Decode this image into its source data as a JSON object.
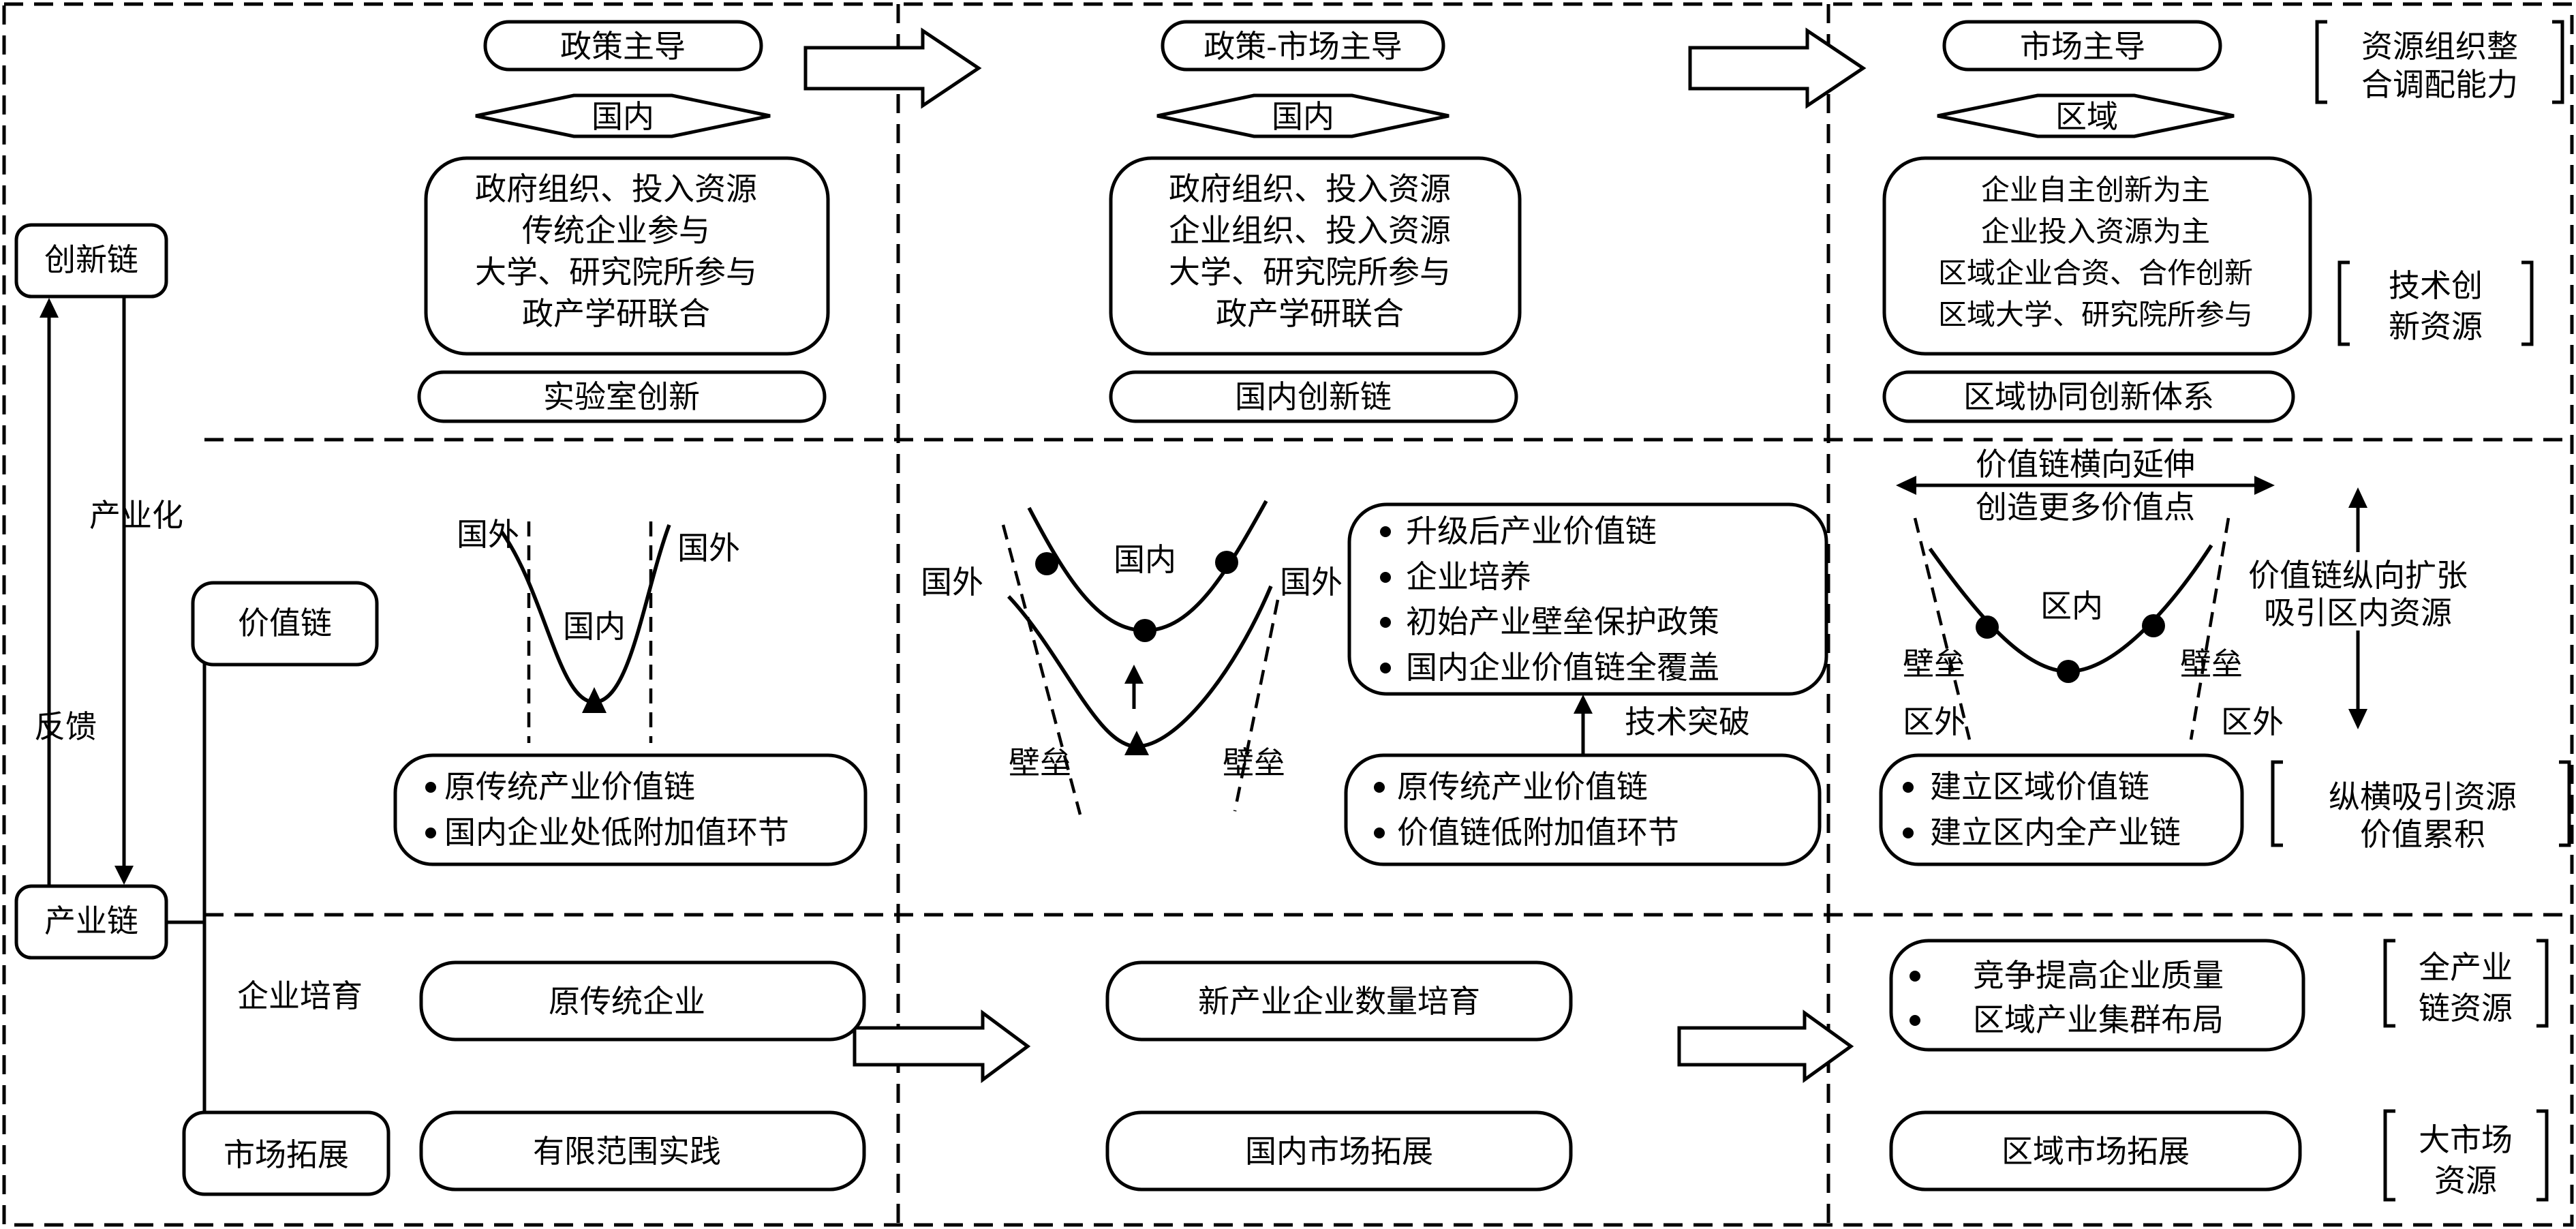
{
  "left": {
    "innovation_chain": "创新链",
    "industry_chain": "产业链",
    "industrialization": "产业化",
    "feedback": "反馈",
    "value_chain": "价值链",
    "enterprise_cultivation": "企业培育",
    "market_expansion": "市场拓展"
  },
  "col1": {
    "mode": "政策主导",
    "scope": "国内",
    "resources": [
      "政府组织、投入资源",
      "传统企业参与",
      "大学、研究院所参与",
      "政产学研联合"
    ],
    "innovation": "实验室创新",
    "foreign_left": "国外",
    "foreign_right": "国外",
    "domestic": "国内",
    "value_bullets": [
      "原传统产业价值链",
      "国内企业处低附加值环节"
    ],
    "enterprise": "原传统企业",
    "market": "有限范围实践"
  },
  "col2": {
    "mode": "政策-市场主导",
    "scope": "国内",
    "resources": [
      "政府组织、投入资源",
      "企业组织、投入资源",
      "大学、研究院所参与",
      "政产学研联合"
    ],
    "innovation": "国内创新链",
    "foreign_left": "国外",
    "foreign_right": "国外",
    "domestic": "国内",
    "barrier_left": "壁垒",
    "barrier_right": "壁垒",
    "upgraded_bullets": [
      "升级后产业价值链",
      "企业培养",
      "初始产业壁垒保护政策",
      "国内企业价值链全覆盖"
    ],
    "breakthrough": "技术突破",
    "original_bullets": [
      "原传统产业价值链",
      "价值链低附加值环节"
    ],
    "enterprise": "新产业企业数量培育",
    "market": "国内市场拓展"
  },
  "col3": {
    "mode": "市场主导",
    "scope": "区域",
    "resources": [
      "企业自主创新为主",
      "企业投入资源为主",
      "区域企业合资、合作创新",
      "区域大学、研究院所参与"
    ],
    "innovation": "区域协同创新体系",
    "horizontal": [
      "价值链横向延伸",
      "创造更多价值点"
    ],
    "vertical": [
      "价值链纵向扩张",
      "吸引区内资源"
    ],
    "inside": "区内",
    "barrier_left": "壁垒",
    "barrier_right": "壁垒",
    "outside_left": "区外",
    "outside_right": "区外",
    "value_bullets": [
      "建立区域价值链",
      "建立区内全产业链"
    ],
    "enterprise_bullets": [
      "竞争提高企业质量",
      "区域产业集群布局"
    ],
    "market": "区域市场拓展"
  },
  "right_labels": {
    "org": [
      "资源组织整",
      "合调配能力"
    ],
    "tech": [
      "技术创",
      "新资源"
    ],
    "attract": [
      "纵横吸引资源",
      "价值累积"
    ],
    "full_chain": [
      "全产业",
      "链资源"
    ],
    "big_market": [
      "大市场",
      "资源"
    ]
  },
  "icons": {
    "bullet": "bullet-dot-icon",
    "arrow": "block-arrow-right-icon",
    "marker": "circle-marker-icon"
  }
}
